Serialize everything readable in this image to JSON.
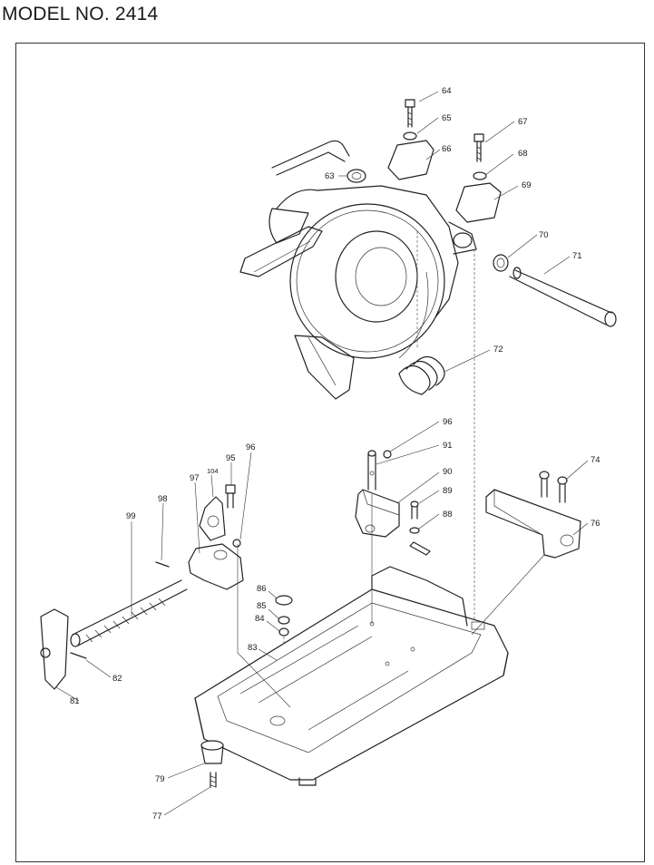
{
  "title": "MODEL NO. 2414",
  "part_labels": [
    {
      "id": "64",
      "text": "64"
    },
    {
      "id": "65",
      "text": "65"
    },
    {
      "id": "66",
      "text": "66"
    },
    {
      "id": "67",
      "text": "67"
    },
    {
      "id": "68",
      "text": "68"
    },
    {
      "id": "69",
      "text": "69"
    },
    {
      "id": "63",
      "text": "63"
    },
    {
      "id": "70",
      "text": "70"
    },
    {
      "id": "71",
      "text": "71"
    },
    {
      "id": "72",
      "text": "72"
    },
    {
      "id": "96a",
      "text": "96"
    },
    {
      "id": "91",
      "text": "91"
    },
    {
      "id": "90",
      "text": "90"
    },
    {
      "id": "89",
      "text": "89"
    },
    {
      "id": "88",
      "text": "88"
    },
    {
      "id": "74",
      "text": "74"
    },
    {
      "id": "76",
      "text": "76"
    },
    {
      "id": "104",
      "text": "104"
    },
    {
      "id": "95",
      "text": "95"
    },
    {
      "id": "96b",
      "text": "96"
    },
    {
      "id": "97",
      "text": "97"
    },
    {
      "id": "98",
      "text": "98"
    },
    {
      "id": "99",
      "text": "99"
    },
    {
      "id": "86",
      "text": "86"
    },
    {
      "id": "85",
      "text": "85"
    },
    {
      "id": "84",
      "text": "84"
    },
    {
      "id": "83",
      "text": "83"
    },
    {
      "id": "82",
      "text": "82"
    },
    {
      "id": "81",
      "text": "81"
    },
    {
      "id": "79",
      "text": "79"
    },
    {
      "id": "77",
      "text": "77"
    }
  ]
}
